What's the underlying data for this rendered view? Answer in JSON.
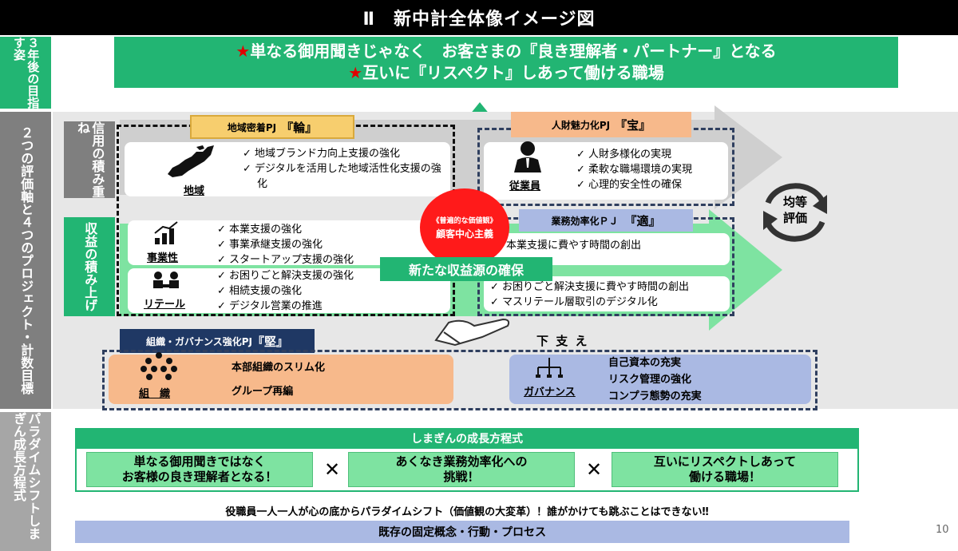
{
  "title": "Ⅱ　新中計全体像イメージ図",
  "page_number": "10",
  "left_labels": {
    "goal": "３年後の目指す姿",
    "axes": "２つの評価軸と４つのプロジェクト・計数目標",
    "paradigm": "パラダイムシフトしまぎん成長方程式"
  },
  "goal_banner": {
    "star": "★",
    "line1": "単なる御用聞きじゃなく　お客さまの『良き理解者・パートナー』となる",
    "line2": "互いに『リスペクト』しあって働ける職場"
  },
  "axis_labels": {
    "trust": "信用の積み重ね",
    "profit": "収益の積み上げ"
  },
  "projects": {
    "wa": {
      "tag": "地域密着PJ",
      "name": "『輪』"
    },
    "takara": {
      "tag": "人財魅力化PJ",
      "name": "『宝』"
    },
    "teki": {
      "tag": "業務効率化ＰＪ",
      "name": "『適』"
    },
    "ken": {
      "tag": "組織・ガバナンス強化PJ",
      "name": "『堅』"
    }
  },
  "region": {
    "label": "地域",
    "items": [
      "地域ブランド力向上支援の強化",
      "デジタルを活用した地域活性化支援の強化"
    ]
  },
  "employee": {
    "label": "従業員",
    "items": [
      "人財多様化の実現",
      "柔軟な職場環境の実現",
      "心理的安全性の確保"
    ]
  },
  "business": {
    "label": "事業性",
    "items": [
      "本業支援の強化",
      "事業承継支援の強化",
      "スタートアップ支援の強化"
    ]
  },
  "retail": {
    "label": "リテール",
    "items": [
      "お困りごと解決支援の強化",
      "相続支援の強化",
      "デジタル営業の推進"
    ]
  },
  "efficiency": {
    "item_top": "本業支援に費やす時間の創出",
    "items": [
      "お困りごと解決支援に費やす時間の創出",
      "マスリテール層取引のデジタル化"
    ]
  },
  "center_circle": {
    "line1": "《普遍的な価値観》",
    "line2": "顧客中心主義"
  },
  "new_revenue": "新たな収益源の確保",
  "fair_eval": {
    "line1": "均等",
    "line2": "評価"
  },
  "support_label": "下 支 え",
  "organization": {
    "label": "組　織",
    "items": [
      "本部組織のスリム化",
      "グループ再編"
    ]
  },
  "governance": {
    "label": "ガバナンス",
    "items": [
      "自己資本の充実",
      "リスク管理の強化",
      "コンプラ態勢の充実"
    ]
  },
  "equation": {
    "title": "しまぎんの成長方程式",
    "box1_line1": "単なる御用聞きではなく",
    "box1_line2": "お客様の良き理解者となる！",
    "box2_line1": "あくなき業務効率化への",
    "box2_line2": "挑戦！",
    "box3_line1": "互いにリスペクトしあって",
    "box3_line2": "働ける職場！",
    "times": "✕"
  },
  "slogan": "役職員一人一人が心の底からパラダイムシフト（価値観の大変革）！誰がかけても跳ぶことはできない‼",
  "fixed_concepts": "既存の固定概念・行動・プロセス",
  "colors": {
    "green": "#22b573",
    "light_green": "#7ee3a1",
    "orange": "#f7b98b",
    "navy": "#1f3864",
    "light_blue": "#aab9e3",
    "grey": "#7f7f7f"
  }
}
